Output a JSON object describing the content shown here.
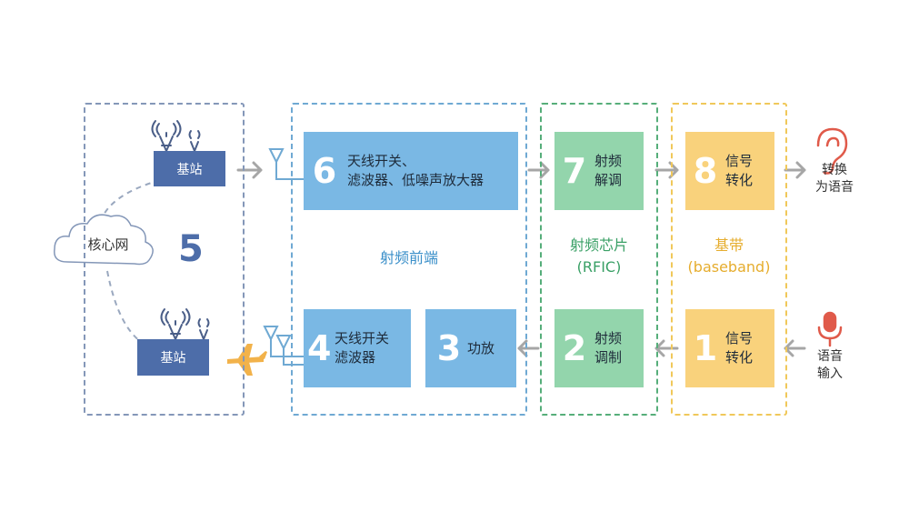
{
  "core_network": {
    "label": "核心网",
    "number": "5"
  },
  "base_station_top": {
    "label": "基站"
  },
  "base_station_bottom": {
    "label": "基站"
  },
  "groups": {
    "rf_front": {
      "label": "射频前端"
    },
    "rfic": {
      "label_line1": "射频芯片",
      "label_line2": "(RFIC)"
    },
    "baseband": {
      "label_line1": "基带",
      "label_line2": "(baseband)"
    }
  },
  "blocks": {
    "b6": {
      "number": "6",
      "line1": "天线开关、",
      "line2": "滤波器、低噪声放大器"
    },
    "b7": {
      "number": "7",
      "line1": "射频",
      "line2": "解调"
    },
    "b8": {
      "number": "8",
      "line1": "信号",
      "line2": "转化"
    },
    "b4": {
      "number": "4",
      "line1": "天线开关",
      "line2": "滤波器"
    },
    "b3": {
      "number": "3",
      "line1": "功放"
    },
    "b2": {
      "number": "2",
      "line1": "射频",
      "line2": "调制"
    },
    "b1": {
      "number": "1",
      "line1": "信号",
      "line2": "转化"
    }
  },
  "output": {
    "line1": "转换",
    "line2": "为语音",
    "icon": "ear-icon"
  },
  "input": {
    "line1": "语音",
    "line2": "输入",
    "icon": "microphone-icon"
  },
  "colors": {
    "blue_block": "#7ab8e4",
    "green_block": "#93d5ac",
    "yellow_block": "#f9d27c",
    "blue_border": "#6fa9d3",
    "green_border": "#56ae7a",
    "yellow_border": "#f0c85a",
    "core_border": "#8497b8",
    "station": "#4d6da9",
    "arrow": "#a6a6a6",
    "accent_red": "#e05a4a",
    "plane": "#f2b24a"
  }
}
